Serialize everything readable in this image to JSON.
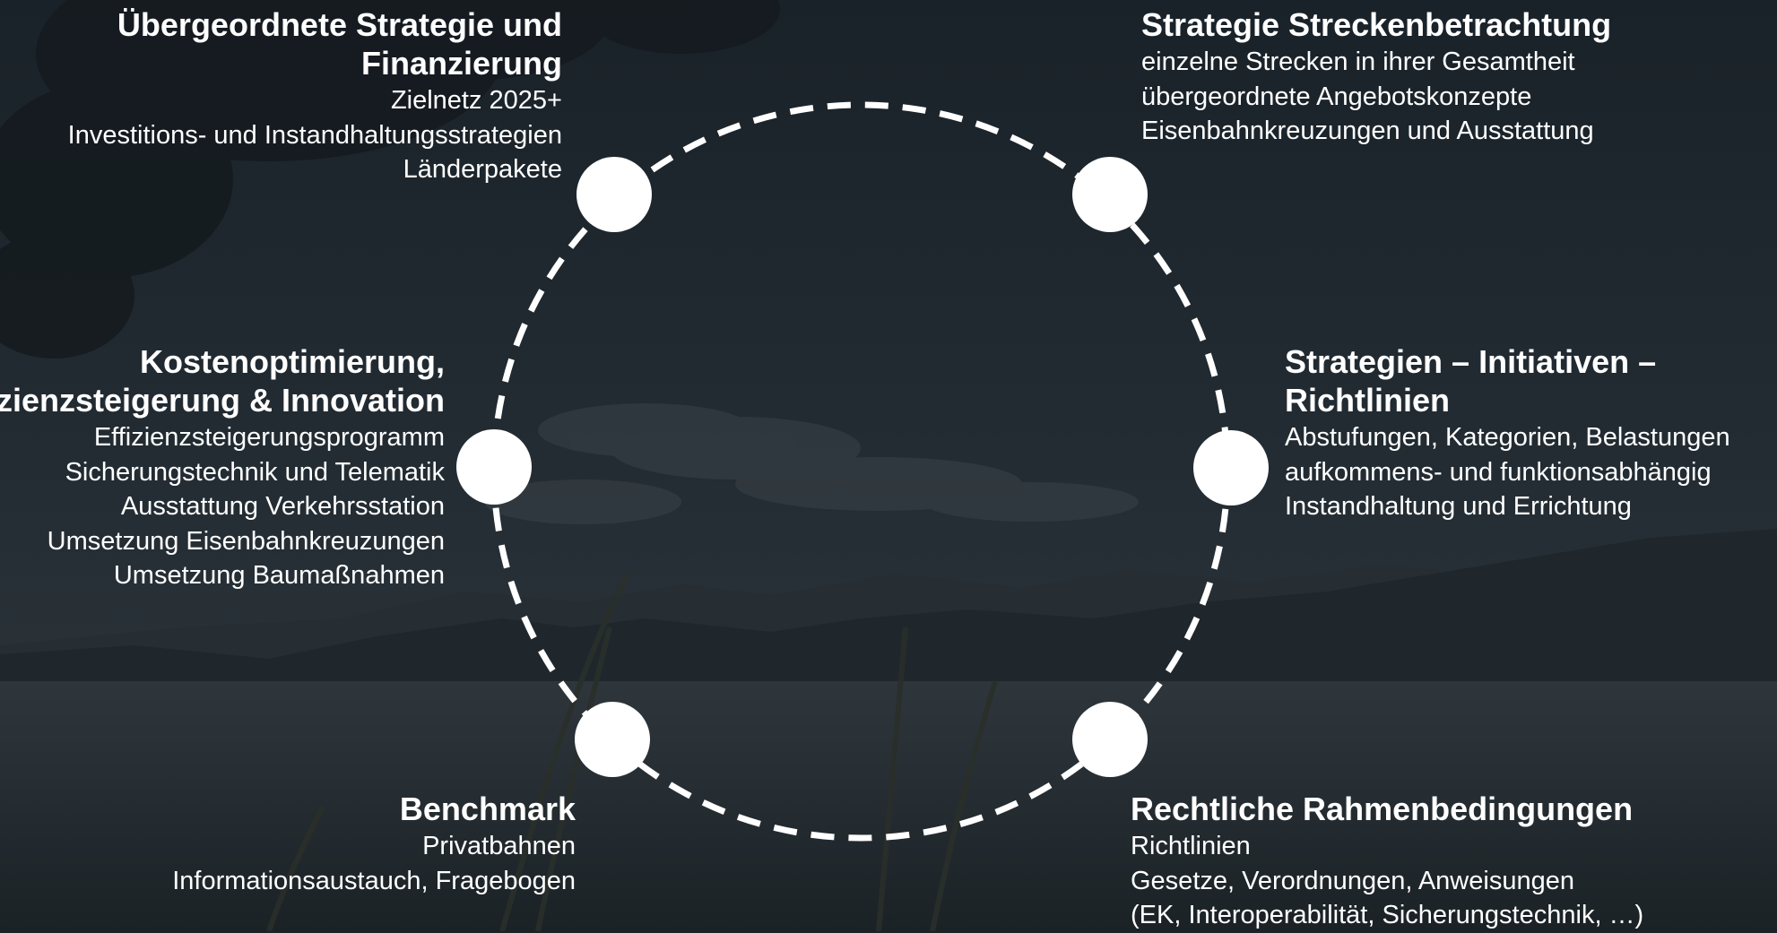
{
  "colors": {
    "text": "#ffffff",
    "ring": "#ffffff",
    "nodes": "#ffffff",
    "background": "#1c2329"
  },
  "blocks": {
    "top_left": {
      "title_lines": [
        "Übergeordnete Strategie und",
        "Finanzierung"
      ],
      "items": [
        "Zielnetz 2025+",
        "Investitions- und Instandhaltungsstrategien",
        "Länderpakete"
      ]
    },
    "top_right": {
      "title_lines": [
        "Strategie Streckenbetrachtung"
      ],
      "items": [
        "einzelne Strecken in ihrer Gesamtheit",
        "übergeordnete Angebotskonzepte",
        "Eisenbahnkreuzungen und Ausstattung"
      ]
    },
    "mid_left": {
      "title_lines": [
        "Kostenoptimierung,",
        "Effizienzsteigerung & Innovation"
      ],
      "items": [
        "Effizienzsteigerungsprogramm",
        "Sicherungstechnik und Telematik",
        "Ausstattung Verkehrsstation",
        "Umsetzung Eisenbahnkreuzungen",
        "Umsetzung Baumaßnahmen"
      ]
    },
    "mid_right": {
      "title_lines": [
        "Strategien – Initiativen –",
        "Richtlinien"
      ],
      "items": [
        "Abstufungen, Kategorien, Belastungen",
        "aufkommens- und funktionsabhängig",
        "Instandhaltung und Errichtung"
      ]
    },
    "bottom_left": {
      "title_lines": [
        "Benchmark"
      ],
      "items": [
        "Privatbahnen",
        "Informationsaustauch, Fragebogen"
      ]
    },
    "bottom_right": {
      "title_lines": [
        "Rechtliche Rahmenbedingungen"
      ],
      "items": [
        "Richtlinien",
        "Gesetze, Verordnungen, Anweisungen",
        "(EK, Interoperabilität, Sicherungstechnik, …)"
      ]
    }
  }
}
